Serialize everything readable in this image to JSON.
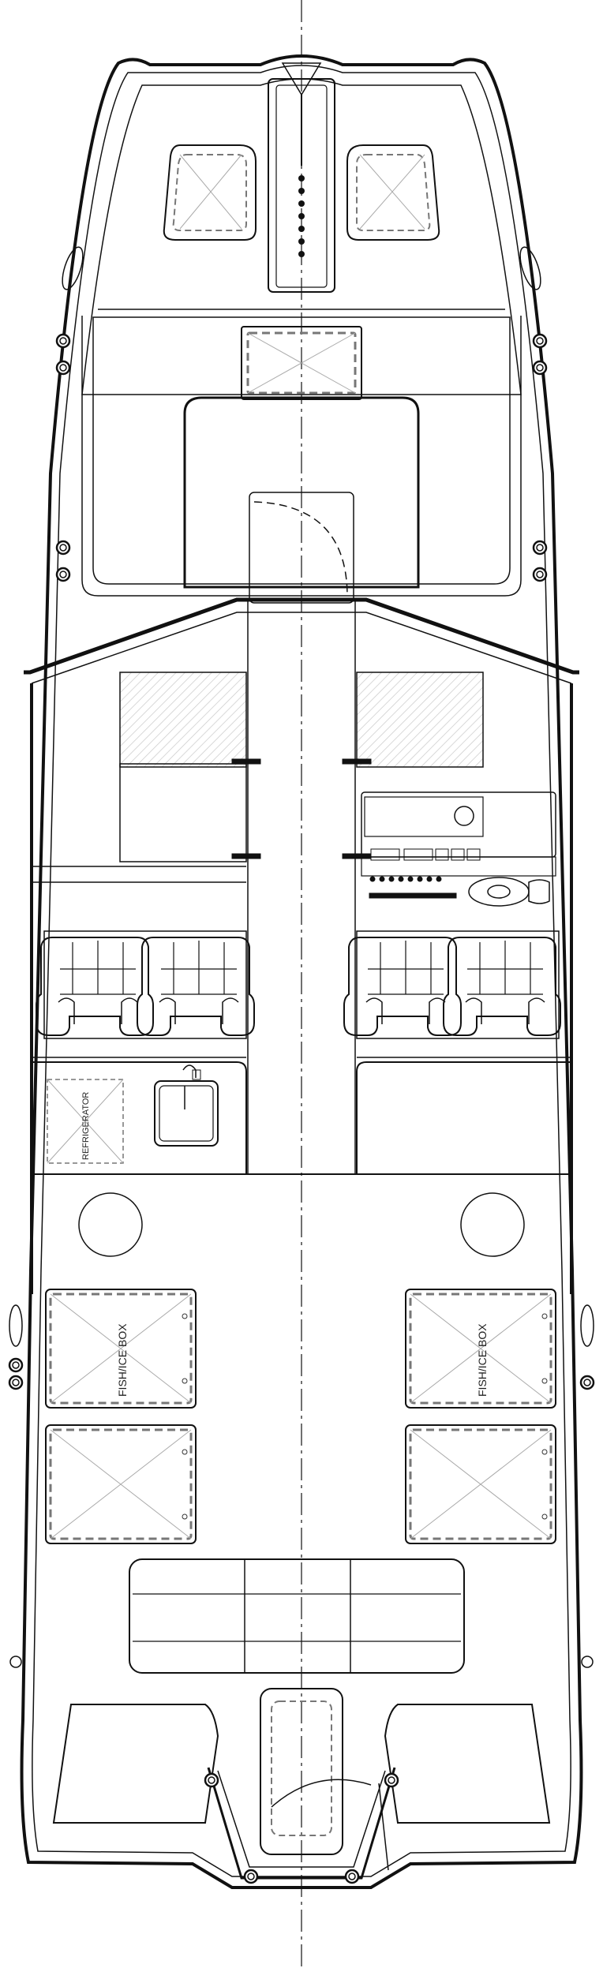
{
  "drawing": {
    "labels": {
      "refrigerator": "REFRIGERATOR",
      "fish_box_port": "FISH/ICE BOX",
      "fish_box_starboard": "FISH/ICE BOX"
    },
    "colors": {
      "line": "#111111",
      "thin_line": "#555555",
      "hatch": "#bbbbbb",
      "background": "#ffffff"
    }
  }
}
